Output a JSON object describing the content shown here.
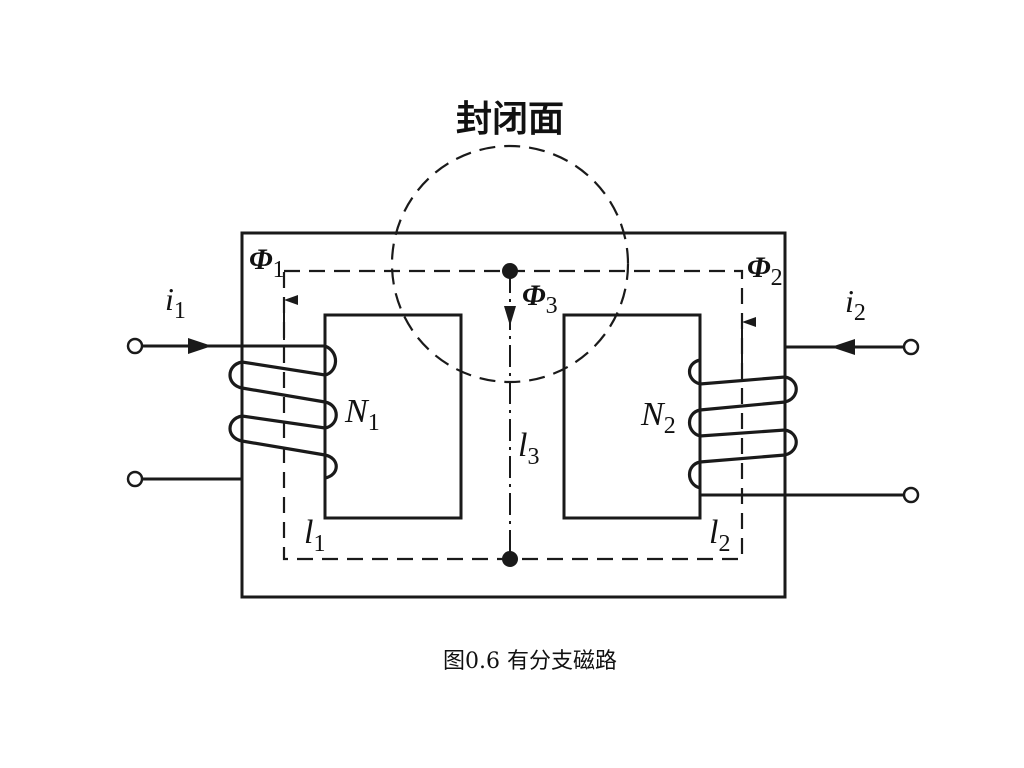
{
  "diagram": {
    "closed_surface_label": "封闭面",
    "caption": "图0.6  有分支磁路",
    "labels": {
      "i1": {
        "main": "i",
        "sub": "1"
      },
      "i2": {
        "main": "i",
        "sub": "2"
      },
      "phi1": {
        "main": "Φ",
        "sub": "1"
      },
      "phi2": {
        "main": "Φ",
        "sub": "2"
      },
      "phi3": {
        "main": "Φ",
        "sub": "3"
      },
      "n1": {
        "main": "N",
        "sub": "1"
      },
      "n2": {
        "main": "N",
        "sub": "2"
      },
      "l1": {
        "main": "l",
        "sub": "1"
      },
      "l2": {
        "main": "l",
        "sub": "2"
      },
      "l3": {
        "main": "l",
        "sub": "3"
      }
    }
  }
}
